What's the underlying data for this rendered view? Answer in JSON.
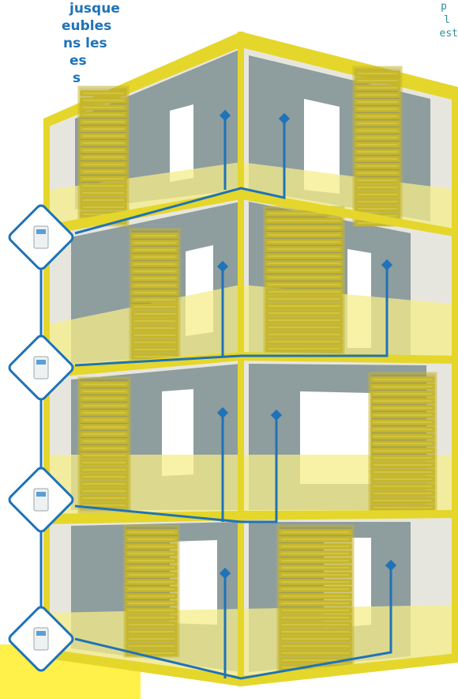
{
  "headline_lines": [
    "jusque",
    "eubles",
    "ns les",
    "es",
    "s"
  ],
  "side_note_lines": [
    "p",
    "l",
    "est"
  ],
  "colors": {
    "frame": "#e5d62b",
    "frame_dark": "#c6b62a",
    "glass": "#f5ee8a",
    "wall_dark": "#7e8f93",
    "wall_light": "#e7e6de",
    "shutter": "#a89c2e",
    "pipe": "#1f73b7",
    "accent": "#fff04a"
  },
  "icons": {
    "meter": "meter-icon",
    "sensor": "diamond-sensor-icon"
  },
  "building": {
    "floors": 4,
    "sensors": 8
  }
}
